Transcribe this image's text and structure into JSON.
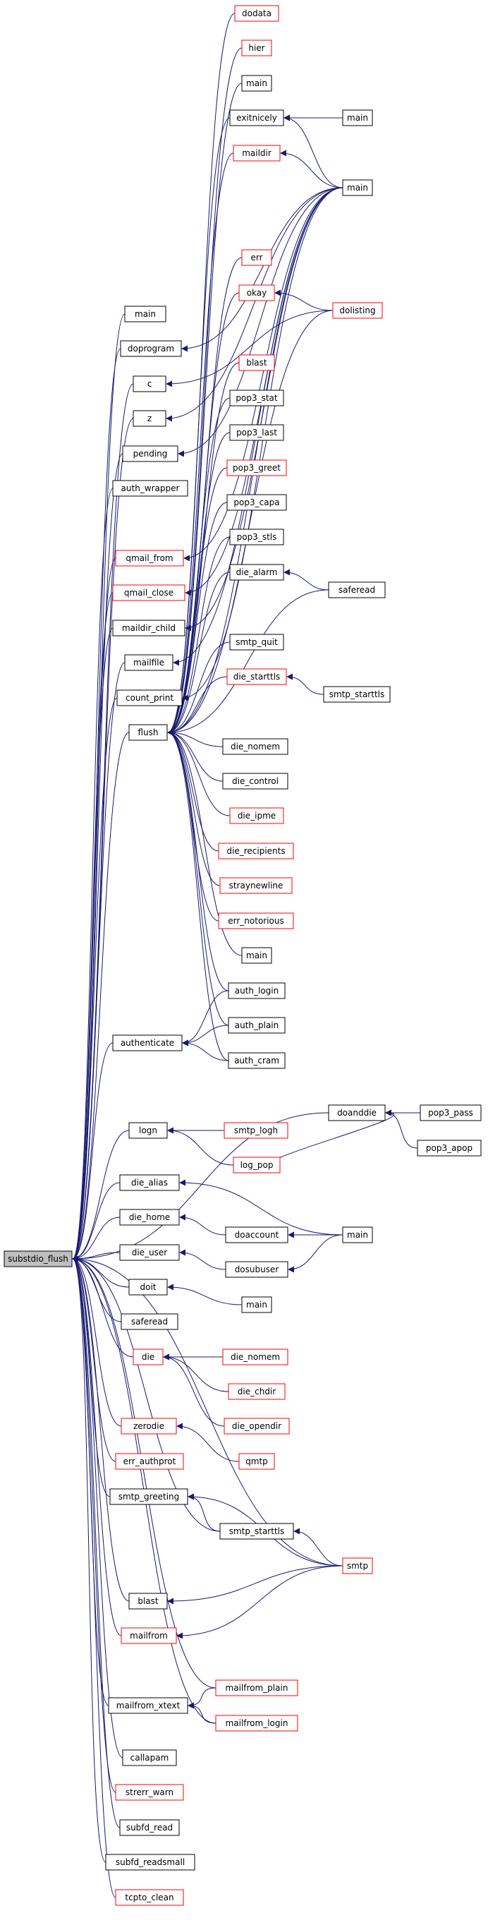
{
  "colors": {
    "edge": "#191970",
    "border_normal": "#000000",
    "border_link": "#ff0000",
    "root_fill": "#bfbfbf",
    "node_fill": "#ffffff"
  },
  "nodes": [
    {
      "id": "root",
      "label": "substdio_flush",
      "style": "root"
    },
    {
      "id": "dodata",
      "label": "dodata",
      "style": "link"
    },
    {
      "id": "hier",
      "label": "hier",
      "style": "link"
    },
    {
      "id": "main_a",
      "label": "main",
      "style": "normal"
    },
    {
      "id": "exitnicely",
      "label": "exitnicely",
      "style": "normal"
    },
    {
      "id": "main_b",
      "label": "main",
      "style": "normal"
    },
    {
      "id": "maildir",
      "label": "maildir",
      "style": "link"
    },
    {
      "id": "main_c",
      "label": "main",
      "style": "normal"
    },
    {
      "id": "err",
      "label": "err",
      "style": "link"
    },
    {
      "id": "okay",
      "label": "okay",
      "style": "link"
    },
    {
      "id": "dolisting",
      "label": "dolisting",
      "style": "link"
    },
    {
      "id": "main_d",
      "label": "main",
      "style": "normal"
    },
    {
      "id": "doprogram",
      "label": "doprogram",
      "style": "normal"
    },
    {
      "id": "blast_a",
      "label": "blast",
      "style": "link"
    },
    {
      "id": "c",
      "label": "c",
      "style": "normal"
    },
    {
      "id": "pop3_stat",
      "label": "pop3_stat",
      "style": "normal"
    },
    {
      "id": "z",
      "label": "z",
      "style": "normal"
    },
    {
      "id": "pop3_last",
      "label": "pop3_last",
      "style": "normal"
    },
    {
      "id": "pending",
      "label": "pending",
      "style": "normal"
    },
    {
      "id": "pop3_greet",
      "label": "pop3_greet",
      "style": "link"
    },
    {
      "id": "auth_wrapper",
      "label": "auth_wrapper",
      "style": "normal"
    },
    {
      "id": "pop3_capa",
      "label": "pop3_capa",
      "style": "normal"
    },
    {
      "id": "qmail_from",
      "label": "qmail_from",
      "style": "link"
    },
    {
      "id": "pop3_stls",
      "label": "pop3_stls",
      "style": "normal"
    },
    {
      "id": "die_alarm",
      "label": "die_alarm",
      "style": "normal"
    },
    {
      "id": "qmail_close",
      "label": "qmail_close",
      "style": "link"
    },
    {
      "id": "saferead_a",
      "label": "saferead",
      "style": "normal"
    },
    {
      "id": "maildir_child",
      "label": "maildir_child",
      "style": "normal"
    },
    {
      "id": "smtp_quit",
      "label": "smtp_quit",
      "style": "normal"
    },
    {
      "id": "mailfile",
      "label": "mailfile",
      "style": "normal"
    },
    {
      "id": "die_starttls",
      "label": "die_starttls",
      "style": "link"
    },
    {
      "id": "count_print",
      "label": "count_print",
      "style": "normal"
    },
    {
      "id": "smtp_starttls_a",
      "label": "smtp_starttls",
      "style": "normal"
    },
    {
      "id": "flush",
      "label": "flush",
      "style": "normal"
    },
    {
      "id": "die_nomem_a",
      "label": "die_nomem",
      "style": "normal"
    },
    {
      "id": "die_control",
      "label": "die_control",
      "style": "normal"
    },
    {
      "id": "die_ipme",
      "label": "die_ipme",
      "style": "link"
    },
    {
      "id": "die_recipients",
      "label": "die_recipients",
      "style": "link"
    },
    {
      "id": "straynewline",
      "label": "straynewline",
      "style": "link"
    },
    {
      "id": "err_notorious",
      "label": "err_notorious",
      "style": "link"
    },
    {
      "id": "main_e",
      "label": "main",
      "style": "normal"
    },
    {
      "id": "auth_login",
      "label": "auth_login",
      "style": "normal"
    },
    {
      "id": "authenticate",
      "label": "authenticate",
      "style": "normal"
    },
    {
      "id": "auth_plain",
      "label": "auth_plain",
      "style": "normal"
    },
    {
      "id": "auth_cram",
      "label": "auth_cram",
      "style": "normal"
    },
    {
      "id": "doanddie",
      "label": "doanddie",
      "style": "normal"
    },
    {
      "id": "pop3_pass",
      "label": "pop3_pass",
      "style": "normal"
    },
    {
      "id": "logn",
      "label": "logn",
      "style": "normal"
    },
    {
      "id": "smtp_logh",
      "label": "smtp_logh",
      "style": "link"
    },
    {
      "id": "pop3_apop",
      "label": "pop3_apop",
      "style": "normal"
    },
    {
      "id": "log_pop",
      "label": "log_pop",
      "style": "link"
    },
    {
      "id": "die_alias",
      "label": "die_alias",
      "style": "normal"
    },
    {
      "id": "die_home",
      "label": "die_home",
      "style": "normal"
    },
    {
      "id": "doaccount",
      "label": "doaccount",
      "style": "normal"
    },
    {
      "id": "main_f",
      "label": "main",
      "style": "normal"
    },
    {
      "id": "die_user",
      "label": "die_user",
      "style": "normal"
    },
    {
      "id": "dosubuser",
      "label": "dosubuser",
      "style": "normal"
    },
    {
      "id": "doit",
      "label": "doit",
      "style": "normal"
    },
    {
      "id": "main_g",
      "label": "main",
      "style": "normal"
    },
    {
      "id": "saferead_b",
      "label": "saferead",
      "style": "normal"
    },
    {
      "id": "die",
      "label": "die",
      "style": "link"
    },
    {
      "id": "die_nomem_b",
      "label": "die_nomem",
      "style": "link"
    },
    {
      "id": "die_chdir",
      "label": "die_chdir",
      "style": "link"
    },
    {
      "id": "die_opendir",
      "label": "die_opendir",
      "style": "link"
    },
    {
      "id": "zerodie",
      "label": "zerodie",
      "style": "link"
    },
    {
      "id": "err_authprot",
      "label": "err_authprot",
      "style": "link"
    },
    {
      "id": "qmtp",
      "label": "qmtp",
      "style": "link"
    },
    {
      "id": "smtp_greeting",
      "label": "smtp_greeting",
      "style": "normal"
    },
    {
      "id": "smtp_starttls_b",
      "label": "smtp_starttls",
      "style": "normal"
    },
    {
      "id": "smtp",
      "label": "smtp",
      "style": "link"
    },
    {
      "id": "blast_b",
      "label": "blast",
      "style": "normal"
    },
    {
      "id": "mailfrom",
      "label": "mailfrom",
      "style": "link"
    },
    {
      "id": "mailfrom_plain",
      "label": "mailfrom_plain",
      "style": "link"
    },
    {
      "id": "mailfrom_xtext",
      "label": "mailfrom_xtext",
      "style": "normal"
    },
    {
      "id": "mailfrom_login",
      "label": "mailfrom_login",
      "style": "link"
    },
    {
      "id": "callapam",
      "label": "callapam",
      "style": "normal"
    },
    {
      "id": "strerr_warn",
      "label": "strerr_warn",
      "style": "link"
    },
    {
      "id": "subfd_read",
      "label": "subfd_read",
      "style": "normal"
    },
    {
      "id": "subfd_readsmall",
      "label": "subfd_readsmall",
      "style": "normal"
    },
    {
      "id": "tcpto_clean",
      "label": "tcpto_clean",
      "style": "link"
    }
  ],
  "edges": [
    [
      "main_d",
      "root"
    ],
    [
      "doprogram",
      "root"
    ],
    [
      "c",
      "root"
    ],
    [
      "z",
      "root"
    ],
    [
      "pending",
      "root"
    ],
    [
      "auth_wrapper",
      "root"
    ],
    [
      "qmail_from",
      "root"
    ],
    [
      "qmail_close",
      "root"
    ],
    [
      "maildir_child",
      "root"
    ],
    [
      "mailfile",
      "root"
    ],
    [
      "count_print",
      "root"
    ],
    [
      "flush",
      "root"
    ],
    [
      "authenticate",
      "root"
    ],
    [
      "doanddie",
      "root"
    ],
    [
      "logn",
      "root"
    ],
    [
      "die_alias",
      "root"
    ],
    [
      "die_home",
      "root"
    ],
    [
      "die_user",
      "root"
    ],
    [
      "doit",
      "root"
    ],
    [
      "saferead_b",
      "root"
    ],
    [
      "die",
      "root"
    ],
    [
      "zerodie",
      "root"
    ],
    [
      "err_authprot",
      "root"
    ],
    [
      "smtp_greeting",
      "root"
    ],
    [
      "smtp_starttls_b",
      "root"
    ],
    [
      "smtp",
      "root"
    ],
    [
      "blast_b",
      "root"
    ],
    [
      "mailfrom",
      "root"
    ],
    [
      "mailfrom_plain",
      "root"
    ],
    [
      "mailfrom_xtext",
      "root"
    ],
    [
      "mailfrom_login",
      "root"
    ],
    [
      "callapam",
      "root"
    ],
    [
      "strerr_warn",
      "root"
    ],
    [
      "subfd_read",
      "root"
    ],
    [
      "subfd_readsmall",
      "root"
    ],
    [
      "tcpto_clean",
      "root"
    ],
    [
      "dodata",
      "flush"
    ],
    [
      "hier",
      "flush"
    ],
    [
      "main_a",
      "flush"
    ],
    [
      "exitnicely",
      "flush"
    ],
    [
      "maildir",
      "flush"
    ],
    [
      "main_c",
      "flush"
    ],
    [
      "err",
      "flush"
    ],
    [
      "okay",
      "flush"
    ],
    [
      "dolisting",
      "flush"
    ],
    [
      "blast_a",
      "flush"
    ],
    [
      "pop3_stat",
      "flush"
    ],
    [
      "pop3_last",
      "flush"
    ],
    [
      "pop3_greet",
      "flush"
    ],
    [
      "pop3_capa",
      "flush"
    ],
    [
      "pop3_stls",
      "flush"
    ],
    [
      "die_alarm",
      "flush"
    ],
    [
      "saferead_a",
      "flush"
    ],
    [
      "smtp_quit",
      "flush"
    ],
    [
      "die_starttls",
      "flush"
    ],
    [
      "die_nomem_a",
      "flush"
    ],
    [
      "die_control",
      "flush"
    ],
    [
      "die_ipme",
      "flush"
    ],
    [
      "die_recipients",
      "flush"
    ],
    [
      "straynewline",
      "flush"
    ],
    [
      "err_notorious",
      "flush"
    ],
    [
      "main_e",
      "flush"
    ],
    [
      "auth_login",
      "flush"
    ],
    [
      "auth_plain",
      "flush"
    ],
    [
      "auth_cram",
      "flush"
    ],
    [
      "main_b",
      "exitnicely"
    ],
    [
      "main_c",
      "maildir"
    ],
    [
      "main_c",
      "exitnicely"
    ],
    [
      "dolisting",
      "okay"
    ],
    [
      "saferead_a",
      "die_alarm"
    ],
    [
      "smtp_starttls_a",
      "die_starttls"
    ],
    [
      "main_c",
      "doprogram"
    ],
    [
      "main_c",
      "z"
    ],
    [
      "main_c",
      "pending"
    ],
    [
      "main_c",
      "qmail_from"
    ],
    [
      "main_c",
      "qmail_close"
    ],
    [
      "main_c",
      "mailfile"
    ],
    [
      "main_c",
      "count_print"
    ],
    [
      "dolisting",
      "c"
    ],
    [
      "main_c",
      "maildir_child"
    ],
    [
      "auth_login",
      "authenticate"
    ],
    [
      "auth_plain",
      "authenticate"
    ],
    [
      "auth_cram",
      "authenticate"
    ],
    [
      "pop3_pass",
      "doanddie"
    ],
    [
      "pop3_apop",
      "doanddie"
    ],
    [
      "log_pop",
      "doanddie"
    ],
    [
      "smtp_logh",
      "logn"
    ],
    [
      "log_pop",
      "logn"
    ],
    [
      "main_f",
      "die_alias"
    ],
    [
      "doaccount",
      "die_home"
    ],
    [
      "main_f",
      "doaccount"
    ],
    [
      "dosubuser",
      "die_user"
    ],
    [
      "main_f",
      "dosubuser"
    ],
    [
      "main_g",
      "doit"
    ],
    [
      "die_nomem_b",
      "die"
    ],
    [
      "die_chdir",
      "die"
    ],
    [
      "die_opendir",
      "die"
    ],
    [
      "qmtp",
      "zerodie"
    ],
    [
      "smtp",
      "smtp_greeting"
    ],
    [
      "smtp",
      "smtp_starttls_b"
    ],
    [
      "smtp_starttls_b",
      "smtp_greeting"
    ],
    [
      "smtp",
      "blast_b"
    ],
    [
      "smtp",
      "mailfrom"
    ],
    [
      "mailfrom_plain",
      "mailfrom_xtext"
    ],
    [
      "mailfrom_login",
      "mailfrom_xtext"
    ]
  ]
}
